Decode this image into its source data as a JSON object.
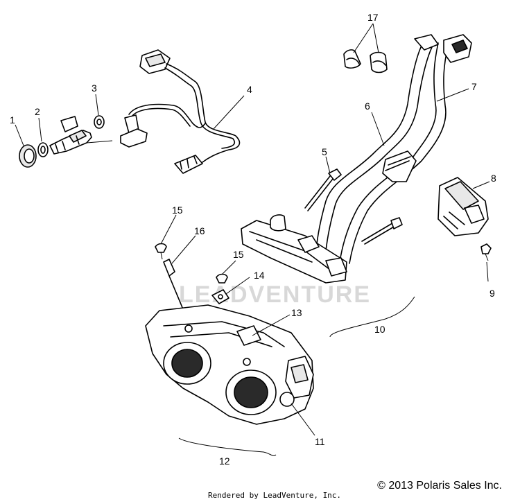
{
  "diagram": {
    "callouts": [
      "1",
      "2",
      "3",
      "4",
      "5",
      "6",
      "7",
      "8",
      "9",
      "10",
      "11",
      "12",
      "13",
      "14",
      "15",
      "15",
      "16",
      "17"
    ],
    "watermark": "LEADVENTURE",
    "copyright": "© 2013 Polaris Sales Inc.",
    "rendered_by": "Rendered by LeadVenture, Inc."
  }
}
